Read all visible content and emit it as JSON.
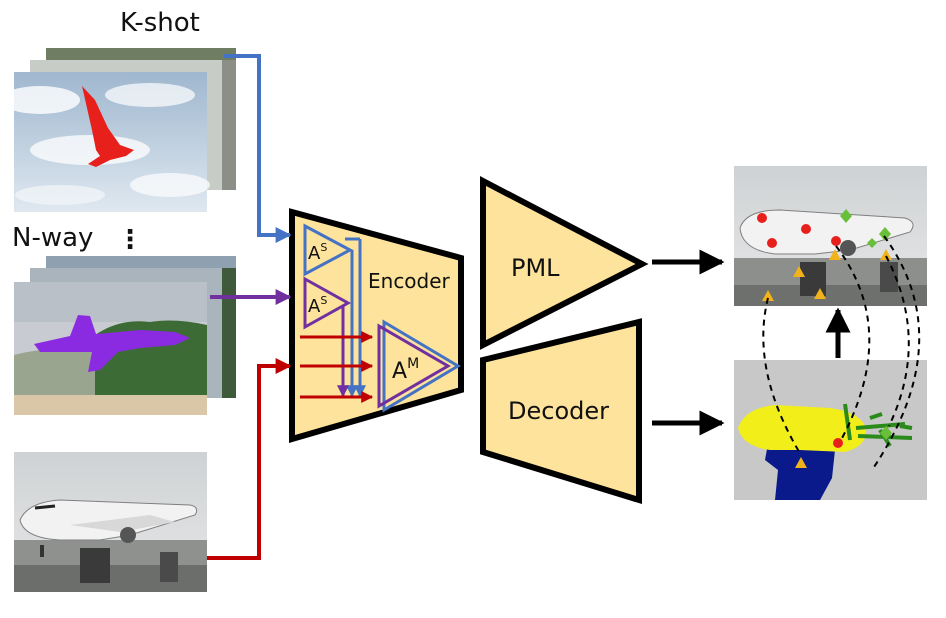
{
  "labels": {
    "k_shot": "K-shot",
    "n_way": "N-way",
    "ellipsis": "⋮",
    "encoder": "Encoder",
    "pml": "PML",
    "decoder": "Decoder",
    "a_s_base": "A",
    "a_s_sup": "S",
    "a_m_base": "A",
    "a_m_sup": "M"
  },
  "colors": {
    "block_fill": "#fde39b",
    "block_stroke": "#000000",
    "arrow_blue": "#4472c4",
    "arrow_purple": "#7030a0",
    "arrow_red": "#c00000",
    "arrow_black": "#000000",
    "bird_mask": "#e8201c",
    "jet_mask": "#8a2be2",
    "seg_yellow": "#f2ee1a",
    "seg_blue": "#0a1a8a",
    "seg_green": "#2a8a1a",
    "seg_background": "#c8c8c8",
    "keypoint_circle": "#e8201c",
    "keypoint_triangle": "#f2b21b",
    "keypoint_diamond": "#6abf3a"
  },
  "images": [
    {
      "name": "bird-support-image",
      "icon": "bird-photo"
    },
    {
      "name": "jet-support-image",
      "icon": "fighter-jet-photo"
    },
    {
      "name": "airliner-query-image",
      "icon": "airliner-photo"
    },
    {
      "name": "keypoint-output-image",
      "icon": "airliner-keypoints-photo"
    },
    {
      "name": "segmentation-output-image",
      "icon": "segmentation-mask"
    }
  ]
}
